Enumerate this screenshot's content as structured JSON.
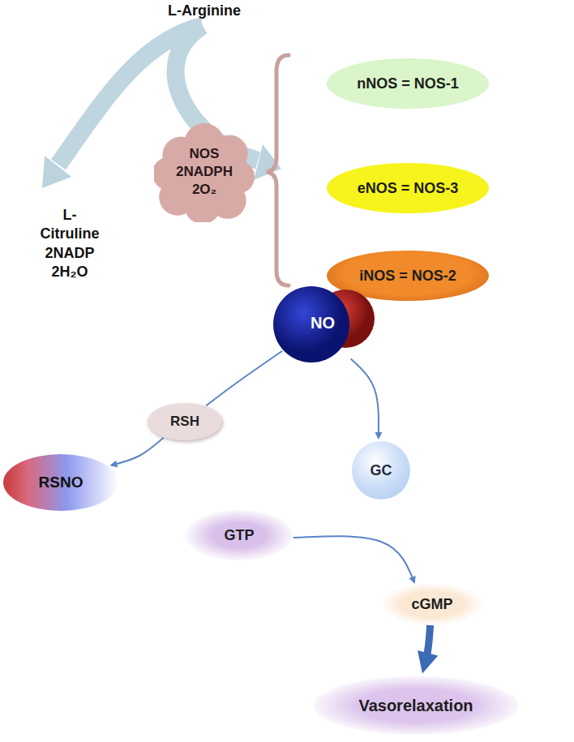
{
  "diagram": {
    "nodes": [
      {
        "text": [
          "NOS 2NADPH 2O₂"
        ]
      },
      {
        "text": [
          "nNOS = NOS-1"
        ]
      },
      {
        "text": [
          "eNOS = NOS-3"
        ]
      },
      {
        "text": [
          "iNOS = NOS-2"
        ]
      },
      {
        "text": [
          "NO"
        ]
      },
      {
        "text": [
          "RSH"
        ]
      },
      {
        "text": [
          "GC"
        ]
      },
      {
        "text": [
          "RSNO"
        ]
      },
      {
        "text": [
          "GTP"
        ]
      },
      {
        "text": [
          "cGMP"
        ]
      },
      {
        "text": [
          "Vasorelaxation"
        ]
      }
    ],
    "edges": [
      {
        "from": 4,
        "to": 5,
        "arrow": "none"
      },
      {
        "from": 5,
        "to": 7,
        "arrow": "to"
      },
      {
        "from": 4,
        "to": 6,
        "arrow": "to"
      },
      {
        "from": 8,
        "to": 9,
        "arrow": "to"
      },
      {
        "from": 9,
        "to": 10,
        "arrow": "to"
      }
    ],
    "labels": [
      "L-Arginine",
      "L-Citruline 2NADP 2H₂O"
    ]
  }
}
